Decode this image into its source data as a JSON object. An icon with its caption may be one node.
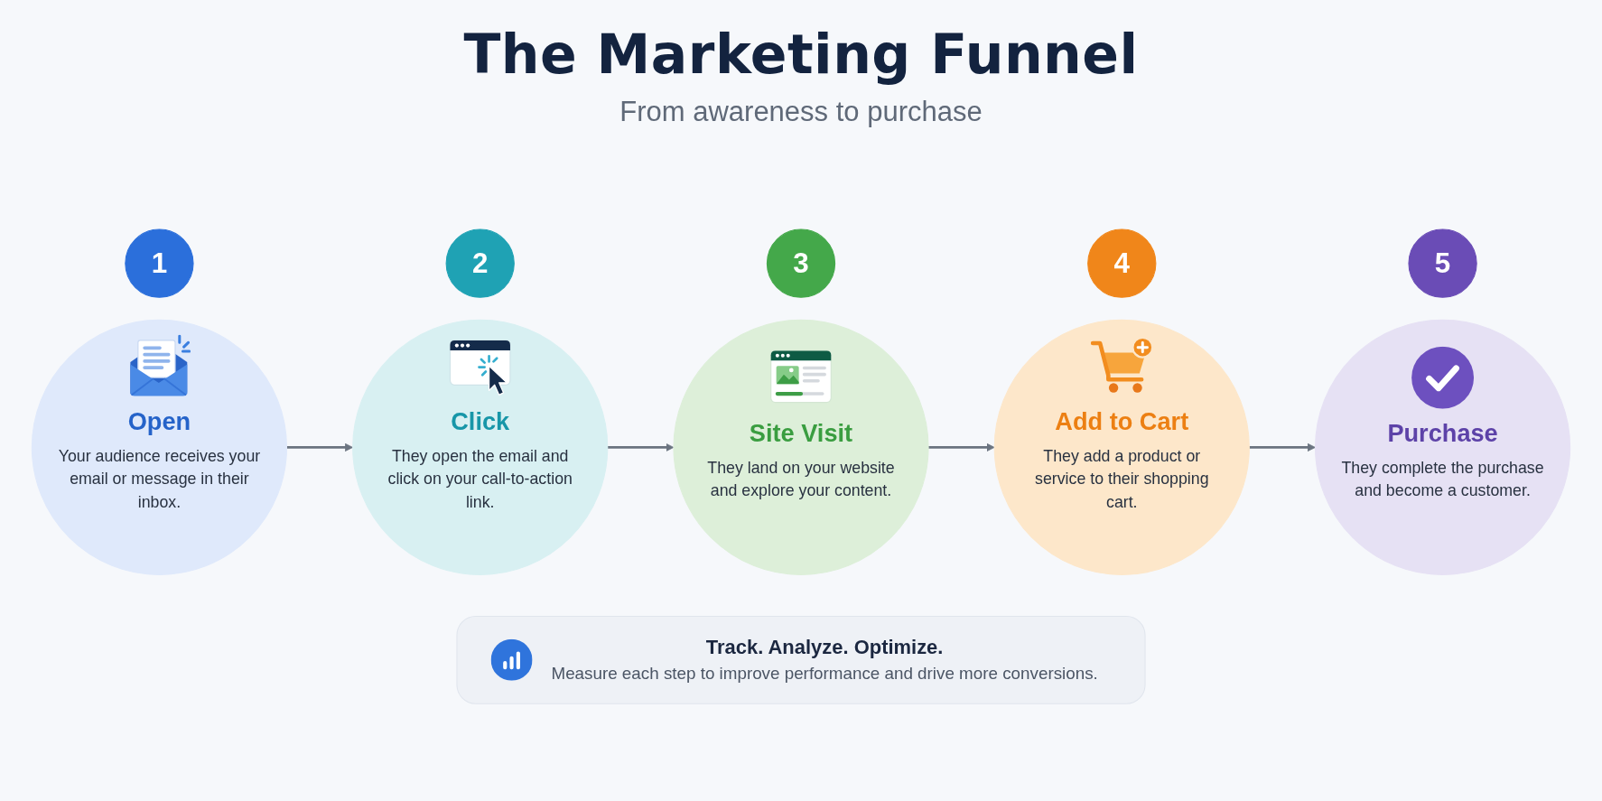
{
  "diagram": {
    "title": "The Marketing Funnel",
    "nodes": [
      {
        "text": [
          "1"
        ]
      },
      {
        "text": [
          "Open",
          "Your audience receives your email or message in their inbox."
        ]
      },
      {
        "text": [
          "2"
        ]
      },
      {
        "text": [
          "Click",
          "They open the email and click on your call-to-action link."
        ]
      },
      {
        "text": [
          "3"
        ]
      },
      {
        "text": [
          "Site Visit",
          "They land on your website and explore your content."
        ]
      },
      {
        "text": [
          "4"
        ]
      },
      {
        "text": [
          "Add to Cart",
          "They add a product or service to their shopping cart."
        ]
      },
      {
        "text": [
          "5"
        ]
      },
      {
        "text": [
          "Purchase",
          "They complete the purchase and become a customer."
        ]
      },
      {
        "text": [
          "Track. Analyze. Optimize.",
          "Measure each step to improve performance and drive more conversions."
        ]
      }
    ],
    "edges": [
      {
        "from": 1,
        "to": 3,
        "arrow": "to"
      },
      {
        "from": 3,
        "to": 5,
        "arrow": "to"
      },
      {
        "from": 5,
        "to": 7,
        "arrow": "to"
      },
      {
        "from": 7,
        "to": 9,
        "arrow": "to"
      }
    ],
    "labels": [
      "From awareness to purchase"
    ]
  }
}
